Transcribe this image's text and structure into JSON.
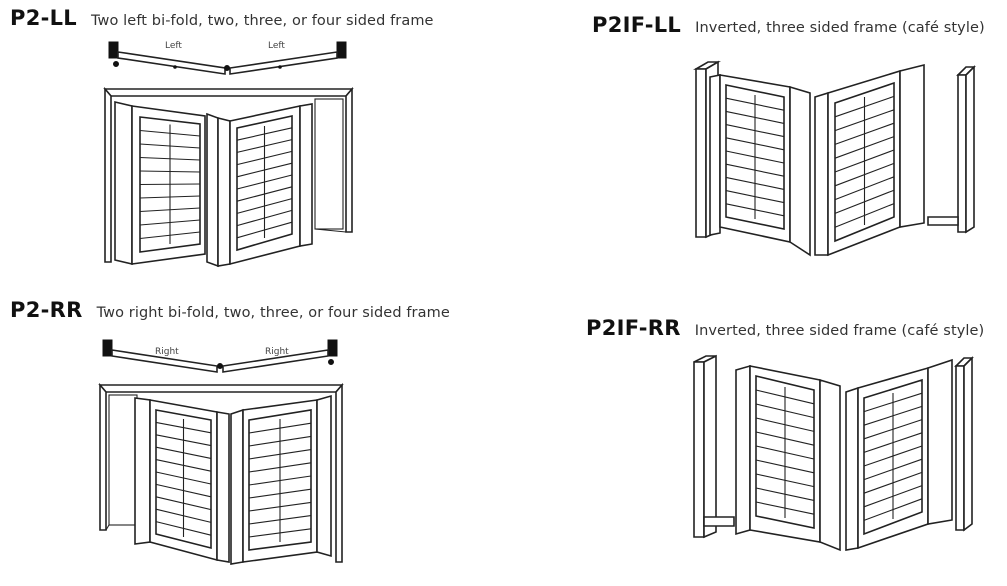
{
  "diagrams": [
    {
      "code": "P2-LL",
      "description": "Two left bi-fold, two, three, or four sided frame",
      "track_labels": [
        "Left",
        "Left"
      ]
    },
    {
      "code": "P2-RR",
      "description": "Two right bi-fold, two, three, or four sided frame",
      "track_labels": [
        "Right",
        "Right"
      ]
    },
    {
      "code": "P2IF-LL",
      "description": "Inverted, three sided frame (café style)",
      "track_labels": []
    },
    {
      "code": "P2IF-RR",
      "description": "Inverted, three sided frame (café style)",
      "track_labels": []
    }
  ]
}
